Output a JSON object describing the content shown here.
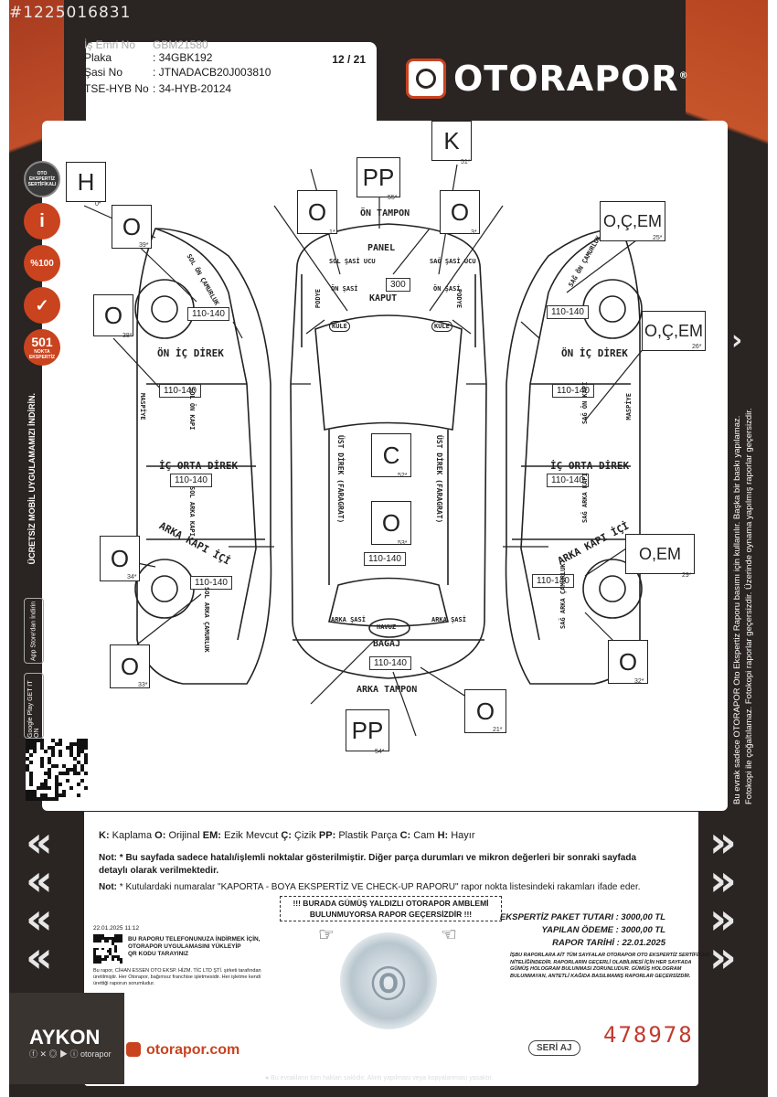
{
  "watermark": "#1225016831",
  "header": {
    "rows": [
      {
        "label": "İş Emri No",
        "value": "GBM21580"
      },
      {
        "label": "Plaka",
        "value": ": 34GBK192"
      },
      {
        "label": "Şasi No",
        "value": ": JTNADACB20J003810"
      },
      {
        "label": "TSE-HYB No",
        "value": ": 34-HYB-20124"
      }
    ],
    "page": "12 / 21"
  },
  "brand": {
    "name": "OTORAPOR",
    "reg": "®",
    "color": "#c9431f"
  },
  "side_badges": [
    {
      "text": "OTO EKSPERTİZ SERTİFİKALI"
    },
    {
      "text": "i"
    },
    {
      "text": "%100"
    },
    {
      "text": "✓"
    },
    {
      "text": "501"
    }
  ],
  "badge_sub": "NOKTA EKSPERTİZ",
  "left_vertical": "ÜCRETSİZ MOBİL UYGULAMAMIZI İNDİRİN.",
  "store_buttons": [
    "App Store'dan İndirin",
    "Google Play GET IT ON"
  ],
  "right_vertical": [
    "Bu evrak sadece OTORAPOR Oto Ekspertiz Raporu basımı için kullanılır. Başka bir baskı yapılamaz.",
    "Fotokopi ile çoğaltılamaz. Fotokopi raporlar geçersizdir. Üzerinde oynama yapılmış raporlar geçersizdir."
  ],
  "diagram": {
    "boxes": [
      {
        "id": "front-left-fender",
        "code": "H",
        "num": "0*"
      },
      {
        "id": "front-top",
        "code": "PP",
        "num": "55*"
      },
      {
        "id": "roof-k",
        "code": "K",
        "num": "51*"
      },
      {
        "id": "left-front-door-area",
        "code": "O",
        "num": "39*"
      },
      {
        "id": "front-left-chassis",
        "code": "O",
        "num": "1*"
      },
      {
        "id": "front-right-chassis",
        "code": "O",
        "num": "3*"
      },
      {
        "id": "right-front-fender",
        "code": "O,Ç,EM",
        "num": "25*"
      },
      {
        "id": "left-front-door",
        "code": "O",
        "num": "38*"
      },
      {
        "id": "right-front-door",
        "code": "O,Ç,EM",
        "num": "26*"
      },
      {
        "id": "roof",
        "code": "C",
        "num": "52*"
      },
      {
        "id": "trunk-lid",
        "code": "O",
        "num": "53*"
      },
      {
        "id": "left-rear-door",
        "code": "O",
        "num": "34*"
      },
      {
        "id": "right-rear-door",
        "code": "O,EM",
        "num": "29*"
      },
      {
        "id": "left-rear-fender",
        "code": "O",
        "num": "33*"
      },
      {
        "id": "right-rear-fender",
        "code": "O",
        "num": "32*"
      },
      {
        "id": "rear-right",
        "code": "O",
        "num": "21*"
      },
      {
        "id": "rear-bumper",
        "code": "PP",
        "num": "54*"
      }
    ],
    "micron": {
      "hood": "300",
      "left_front_fender": "110-140",
      "left_front_door": "110-140",
      "left_rear_door": "110-140",
      "left_rear_fender": "110-140",
      "right_front_fender": "110-140",
      "right_front_door": "110-140",
      "right_rear_door": "110-140",
      "right_rear_fender": "110-140",
      "trunk": "110-140",
      "rear_bumper": "110-140"
    },
    "parts": {
      "front_bumper": "ÖN TAMPON",
      "panel": "PANEL",
      "hood": "KAPUT",
      "front_left_chassis": "ÖN ŞASİ",
      "front_right_chassis": "ÖN ŞASİ",
      "left_strut": "SOL ŞASİ UCU",
      "right_strut": "SAĞ ŞASİ UCU",
      "left_podye": "PODYE",
      "right_podye": "PODYE",
      "left_tower": "KULE",
      "right_tower": "KULE",
      "roof_left": "ÜST DİREK (FARAGRAT)",
      "roof_right": "ÜST DİREK (FARAGRAT)",
      "trunk_well": "HAVUZ",
      "trunk": "BAGAJ",
      "rear_bumper": "ARKA TAMPON",
      "rear_left_chassis": "ARKA ŞASİ",
      "rear_right_chassis": "ARKA ŞASİ",
      "left_front_fender": "SOL ÖN ÇAMURLUK",
      "left_a_pillar": "ÖN İÇ DİREK",
      "left_front_door": "SOL ÖN KAPI",
      "left_b_pillar": "İÇ ORTA DİREK",
      "left_rear_door": "SOL ARKA KAPI",
      "left_c_pillar": "ARKA KAPI İÇİ",
      "left_rear_fender": "SOL ARKA ÇAMURLUK",
      "left_sill": "MASPİYE",
      "right_front_fender": "SAĞ ÖN ÇAMURLUK",
      "right_a_pillar": "ÖN İÇ DİREK",
      "right_front_door": "SAĞ ÖN KAPI",
      "right_b_pillar": "İÇ ORTA DİREK",
      "right_rear_door": "SAĞ ARKA KAPI",
      "right_c_pillar": "ARKA KAPI İÇİ",
      "right_rear_fender": "SAĞ ARKA ÇAMURLUK",
      "right_sill": "MASPİYE"
    }
  },
  "legend": {
    "items": [
      {
        "k": "K:",
        "v": "Kaplama"
      },
      {
        "k": "O:",
        "v": "Orijinal"
      },
      {
        "k": "EM:",
        "v": "Ezik Mevcut"
      },
      {
        "k": "Ç:",
        "v": "Çizik"
      },
      {
        "k": "PP:",
        "v": "Plastik Parça"
      },
      {
        "k": "C:",
        "v": "Cam"
      },
      {
        "k": "H:",
        "v": "Hayır"
      }
    ]
  },
  "notes": {
    "n1_label": "Not:",
    "n1": "* Bu sayfada sadece hatalı/işlemli noktalar gösterilmiştir. Diğer parça durumları ve mikron değerleri bir sonraki sayfada detaylı olarak verilmektedir.",
    "n2_label": "Not:",
    "n2": "* Kutulardaki numaralar \"KAPORTA - BOYA EKSPERTİZ VE CHECK-UP RAPORU\" rapor nokta listesindeki rakamları ifade eder."
  },
  "hologram_warning": {
    "l1": "!!! BURADA GÜMÜŞ YALDIZLI OTORAPOR AMBLEMİ",
    "l2": "BULUNMUYORSA RAPOR GEÇERSİZDİR !!!"
  },
  "date_stamp": "22.01.2025 11:12",
  "qr_text": {
    "l1": "BU RAPORU TELEFONUNUZA İNDİRMEK İÇİN,",
    "l2": "OTORAPOR UYGULAMASINI YÜKLEYİP",
    "l3": "QR KODU TARAYINIZ"
  },
  "produced_by": {
    "l1": "Bu rapor, CİHAN ESSEN OTO EKSP. HİZM. TİC LTD ŞTİ. şirketi tarafından",
    "l2": "üretilmiştir. Her Otorapor, bağımsız franchise işletmesidir. Her işletme kendi",
    "l3": "ürettiği raporun sorumludur."
  },
  "prices": {
    "package_label": "EKSPERTİZ PAKET TUTARI :",
    "package_value": "3000,00 TL",
    "paid_label": "YAPILAN ÖDEME :",
    "paid_value": "3000,00 TL",
    "date_label": "RAPOR TARİHİ :",
    "date_value": "22.01.2025"
  },
  "validity": {
    "l1": "İŞBU RAPORLARA AİT TÜM SAYFALAR OTORAPOR OTO EKSPERTİZ SERTİFİKASI",
    "l2": "NİTELİĞİNDEDİR. RAPORLARIN GEÇERLİ OLABİLMESİ İÇİN HER SAYFADA",
    "l3": "GÜMÜŞ HOLOGRAM BULUNMASI ZORUNLUDUR. GÜMÜŞ HOLOGRAM",
    "l4": "BULUNMAYAN, ANTETLİ KAĞIDA BASILMAMIŞ RAPORLAR GEÇERSİZDİR."
  },
  "footer_brand": {
    "aykon": "AYKON",
    "social": "otorapor",
    "site": "otorapor.com"
  },
  "serial": {
    "label": "SERİ AJ",
    "number": "478978"
  },
  "footer_note": "● Bu evrakların tüm hakları saklıdır. Alıntı yapılması veya kopyalanması yasaktır."
}
